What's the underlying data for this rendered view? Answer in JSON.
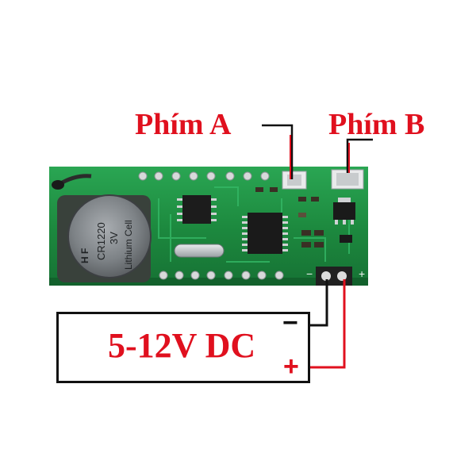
{
  "labels": {
    "button_a": "Phím A",
    "button_b": "Phím B",
    "supply": "5-12V DC",
    "supply_minus": "−",
    "supply_plus": "+"
  },
  "battery": {
    "polarity_marks": "H  F",
    "line1": "CR1220",
    "line2": "3V",
    "line3": "Lithium Cell"
  },
  "board_marks": {
    "terminal_minus": "−",
    "terminal_plus": "+"
  },
  "colors": {
    "callout_red": "#e0101e",
    "pcb_green": "#1e8a3e",
    "frame_black": "#111111"
  }
}
